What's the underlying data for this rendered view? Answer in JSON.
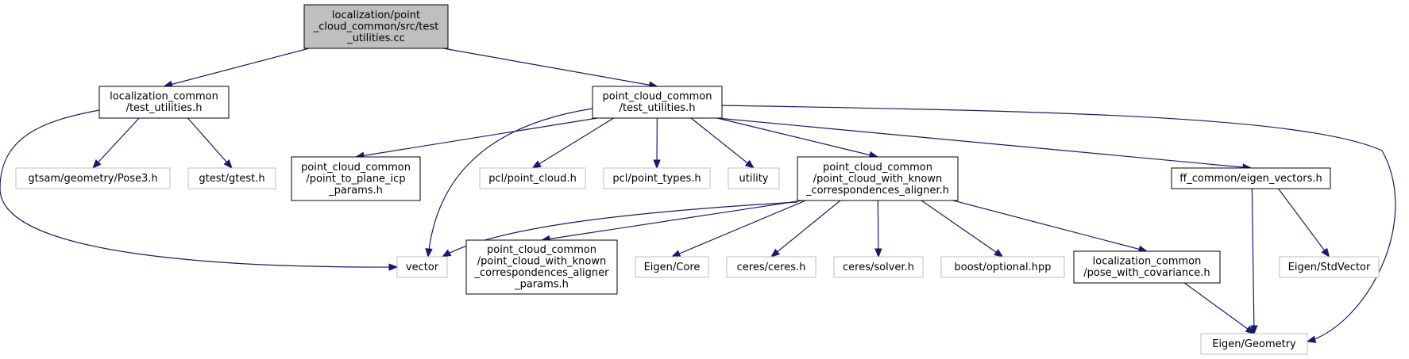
{
  "nodes": [
    {
      "id": "main",
      "kind": "main",
      "lines": [
        "localization/point",
        "_cloud_common/src/test",
        "_utilities.cc"
      ]
    },
    {
      "id": "lc_tu",
      "kind": "local",
      "lines": [
        "localization_common",
        "/test_utilities.h"
      ]
    },
    {
      "id": "pcc_tu",
      "kind": "local",
      "lines": [
        "point_cloud_common",
        "/test_utilities.h"
      ]
    },
    {
      "id": "pose3",
      "kind": "external",
      "lines": [
        "gtsam/geometry/Pose3.h"
      ]
    },
    {
      "id": "gtest",
      "kind": "external",
      "lines": [
        "gtest/gtest.h"
      ]
    },
    {
      "id": "p2p",
      "kind": "local",
      "lines": [
        "point_cloud_common",
        "/point_to_plane_icp",
        "_params.h"
      ]
    },
    {
      "id": "pcl_pc",
      "kind": "external",
      "lines": [
        "pcl/point_cloud.h"
      ]
    },
    {
      "id": "pcl_pt",
      "kind": "external",
      "lines": [
        "pcl/point_types.h"
      ]
    },
    {
      "id": "utility",
      "kind": "external",
      "lines": [
        "utility"
      ]
    },
    {
      "id": "aligner",
      "kind": "local",
      "lines": [
        "point_cloud_common",
        "/point_cloud_with_known",
        "_correspondences_aligner.h"
      ]
    },
    {
      "id": "ffev",
      "kind": "local",
      "lines": [
        "ff_common/eigen_vectors.h"
      ]
    },
    {
      "id": "vector",
      "kind": "external",
      "lines": [
        "vector"
      ]
    },
    {
      "id": "aparams",
      "kind": "local",
      "lines": [
        "point_cloud_common",
        "/point_cloud_with_known",
        "_correspondences_aligner",
        "_params.h"
      ]
    },
    {
      "id": "ecore",
      "kind": "external",
      "lines": [
        "Eigen/Core"
      ]
    },
    {
      "id": "ceres",
      "kind": "external",
      "lines": [
        "ceres/ceres.h"
      ]
    },
    {
      "id": "solver",
      "kind": "external",
      "lines": [
        "ceres/solver.h"
      ]
    },
    {
      "id": "boost",
      "kind": "external",
      "lines": [
        "boost/optional.hpp"
      ]
    },
    {
      "id": "pwc",
      "kind": "local",
      "lines": [
        "localization_common",
        "/pose_with_covariance.h"
      ]
    },
    {
      "id": "estd",
      "kind": "external",
      "lines": [
        "Eigen/StdVector"
      ]
    },
    {
      "id": "egeo",
      "kind": "external",
      "lines": [
        "Eigen/Geometry"
      ]
    }
  ],
  "edges": [
    [
      "main",
      "lc_tu"
    ],
    [
      "main",
      "pcc_tu"
    ],
    [
      "lc_tu",
      "pose3"
    ],
    [
      "lc_tu",
      "gtest"
    ],
    [
      "lc_tu",
      "vector"
    ],
    [
      "pcc_tu",
      "p2p"
    ],
    [
      "pcc_tu",
      "pcl_pc"
    ],
    [
      "pcc_tu",
      "pcl_pt"
    ],
    [
      "pcc_tu",
      "utility"
    ],
    [
      "pcc_tu",
      "aligner"
    ],
    [
      "pcc_tu",
      "ffev"
    ],
    [
      "pcc_tu",
      "vector"
    ],
    [
      "pcc_tu",
      "egeo"
    ],
    [
      "aligner",
      "vector"
    ],
    [
      "aligner",
      "aparams"
    ],
    [
      "aligner",
      "ecore"
    ],
    [
      "aligner",
      "ceres"
    ],
    [
      "aligner",
      "solver"
    ],
    [
      "aligner",
      "boost"
    ],
    [
      "aligner",
      "pwc"
    ],
    [
      "ffev",
      "estd"
    ],
    [
      "ffev",
      "egeo"
    ],
    [
      "pwc",
      "egeo"
    ]
  ]
}
